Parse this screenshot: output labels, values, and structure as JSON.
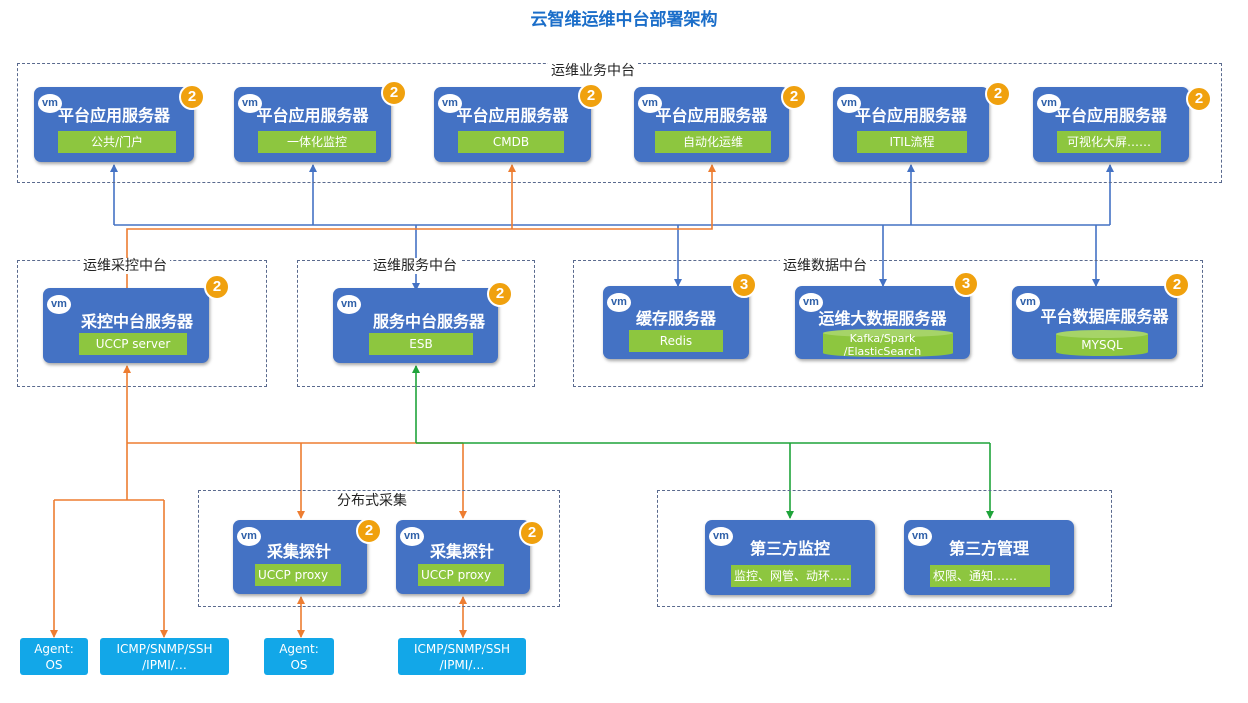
{
  "title": "云智维运维中台部署架构",
  "groups": {
    "business": "运维业务中台",
    "collect": "运维采控中台",
    "service": "运维服务中台",
    "data": "运维数据中台",
    "distributed": "分布式采集"
  },
  "vm_label": "vm",
  "app_servers": [
    {
      "name": "平台应用服务器",
      "module": "公共/门户",
      "count": "2"
    },
    {
      "name": "平台应用服务器",
      "module": "一体化监控",
      "count": "2"
    },
    {
      "name": "平台应用服务器",
      "module": "CMDB",
      "count": "2"
    },
    {
      "name": "平台应用服务器",
      "module": "自动化运维",
      "count": "2"
    },
    {
      "name": "平台应用服务器",
      "module": "ITIL流程",
      "count": "2"
    },
    {
      "name": "平台应用服务器",
      "module": "可视化大屏……",
      "count": "2"
    }
  ],
  "collect_server": {
    "name": "采控中台服务器",
    "module": "UCCP server",
    "count": "2"
  },
  "service_server": {
    "name": "服务中台服务器",
    "module": "ESB",
    "count": "2"
  },
  "data_servers": [
    {
      "name": "缓存服务器",
      "module": "Redis",
      "count": "3"
    },
    {
      "name": "运维大数据服务器",
      "module_line1": "Kafka/Spark",
      "module_line2": "/ElasticSearch",
      "count": "3"
    },
    {
      "name": "平台数据库服务器",
      "module": "MYSQL",
      "count": "2"
    }
  ],
  "probes": [
    {
      "name": "采集探针",
      "module": "UCCP proxy",
      "count": "2"
    },
    {
      "name": "采集探针",
      "module": "UCCP proxy",
      "count": "2"
    }
  ],
  "third_party": [
    {
      "name": "第三方监控",
      "module": "监控、网管、动环……"
    },
    {
      "name": "第三方管理",
      "module": "权限、通知……"
    }
  ],
  "targets": [
    {
      "line1": "Agent:",
      "line2": "OS"
    },
    {
      "line1": "ICMP/SNMP/SSH",
      "line2": "/IPMI/…"
    },
    {
      "line1": "Agent:",
      "line2": "OS"
    },
    {
      "line1": "ICMP/SNMP/SSH",
      "line2": "/IPMI/…"
    }
  ],
  "colors": {
    "server": "#4472c4",
    "chip": "#8dc63f",
    "badge": "#f0a10e",
    "leaf": "#12a7e8",
    "blue_line": "#4472c4",
    "orange_line": "#ed7d31",
    "green_line": "#1fa33a",
    "title": "#1b6ec9"
  }
}
